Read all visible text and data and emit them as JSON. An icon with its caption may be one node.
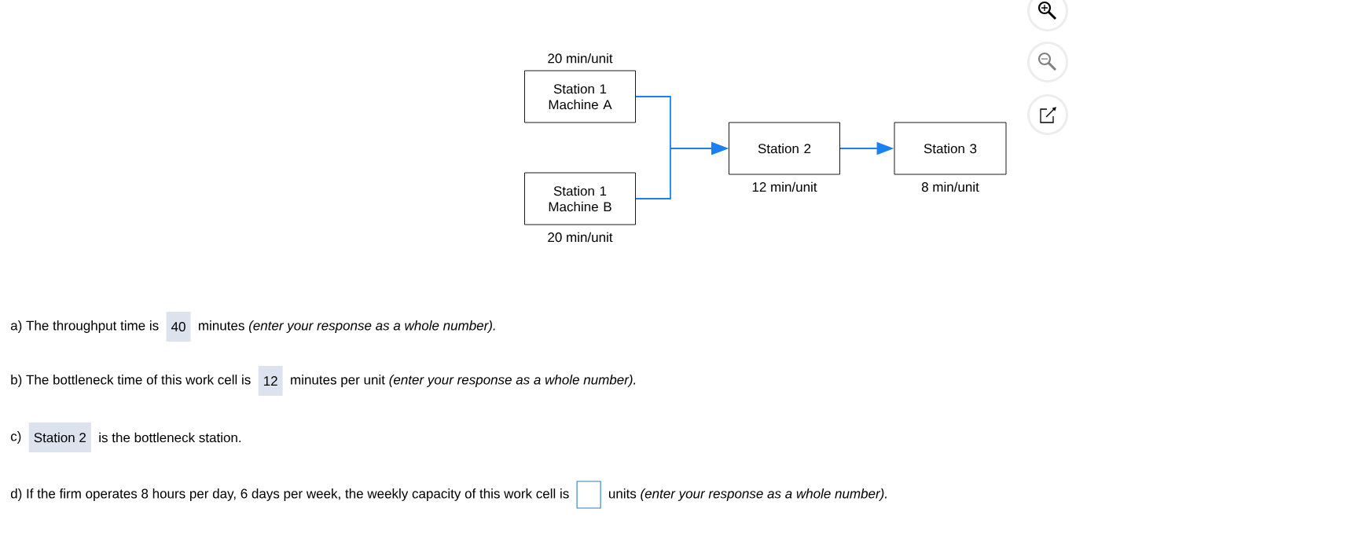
{
  "diagram": {
    "nodes": [
      {
        "text": [
          "Station 1 Machine A"
        ],
        "beside": [
          "20 min/unit"
        ]
      },
      {
        "text": [
          "Station 1 Machine B"
        ],
        "beside": [
          "20 min/unit"
        ]
      },
      {
        "text": [
          "Station 2"
        ],
        "beside": [
          "12 min/unit"
        ]
      },
      {
        "text": [
          "Station 3"
        ],
        "beside": [
          "8 min/unit"
        ]
      }
    ],
    "edges": [
      {
        "from": 0,
        "to": 2,
        "arrow": "to"
      },
      {
        "from": 1,
        "to": 2,
        "arrow": "to"
      },
      {
        "from": 2,
        "to": 3,
        "arrow": "to"
      }
    ],
    "labels": [
      "a) The throughput time is",
      "40",
      "minutes *(enter your response as a whole number).*",
      "b) The bottleneck time of this work cell is",
      "12",
      "minutes per unit *(enter your response as a whole number).*",
      "c)",
      "Station 2",
      "is the bottleneck station.",
      "d) If the firm operates 8 hours per day, 6 days per week, the weekly capacity of this work cell is",
      "units *(enter your response as a whole number).*"
    ]
  }
}
